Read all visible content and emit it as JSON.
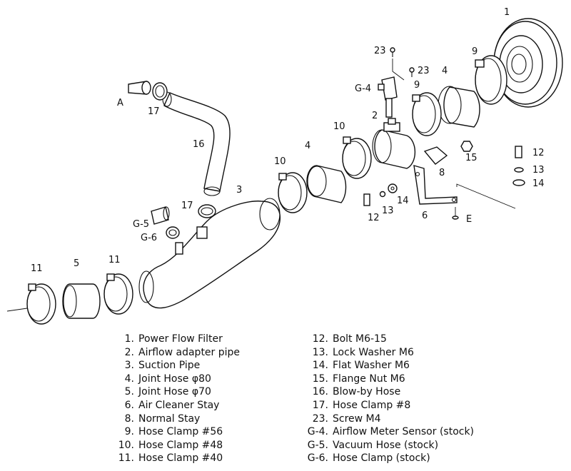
{
  "callouts": {
    "c1": "1",
    "c9": "9",
    "c4a": "4",
    "c23a": "23",
    "c23b": "23",
    "c9b": "9",
    "cg4": "G-4",
    "c2": "2",
    "c10a": "10",
    "c4b": "4",
    "c10b": "10",
    "c15": "15",
    "c8": "8",
    "c12a": "12",
    "c13a": "13",
    "c14a": "14",
    "c12b": "12",
    "c13b": "13",
    "c14b": "14",
    "c6": "6",
    "cE": "E",
    "cA": "A",
    "c17a": "17",
    "c16": "16",
    "c3": "3",
    "c17b": "17",
    "cg5": "G-5",
    "cg6": "G-6",
    "c11a": "11",
    "c5": "5",
    "c11b": "11"
  },
  "legend_left": [
    {
      "num": "1.",
      "label": "Power Flow Filter"
    },
    {
      "num": "2.",
      "label": "Airflow adapter pipe"
    },
    {
      "num": "3.",
      "label": "Suction Pipe"
    },
    {
      "num": "4.",
      "label": "Joint Hose  φ80"
    },
    {
      "num": "5.",
      "label": "Joint Hose  φ70"
    },
    {
      "num": "6.",
      "label": "Air Cleaner Stay"
    },
    {
      "num": "8.",
      "label": "Normal Stay"
    },
    {
      "num": "9.",
      "label": "Hose Clamp  #56"
    },
    {
      "num": "10.",
      "label": "Hose Clamp  #48"
    },
    {
      "num": "11.",
      "label": "Hose Clamp  #40"
    }
  ],
  "legend_right": [
    {
      "num": "12.",
      "label": "Bolt  M6-15"
    },
    {
      "num": "13.",
      "label": "Lock Washer  M6"
    },
    {
      "num": "14.",
      "label": "Flat Washer  M6"
    },
    {
      "num": "15.",
      "label": "Flange Nut  M6"
    },
    {
      "num": "16.",
      "label": "Blow-by Hose"
    },
    {
      "num": "17.",
      "label": "Hose Clamp  #8"
    },
    {
      "num": "23.",
      "label": "Screw  M4"
    },
    {
      "num": "G-4.",
      "label": "Airflow Meter Sensor (stock)"
    },
    {
      "num": "G-5.",
      "label": "Vacuum Hose (stock)"
    },
    {
      "num": "G-6.",
      "label": "Hose Clamp (stock)"
    }
  ]
}
